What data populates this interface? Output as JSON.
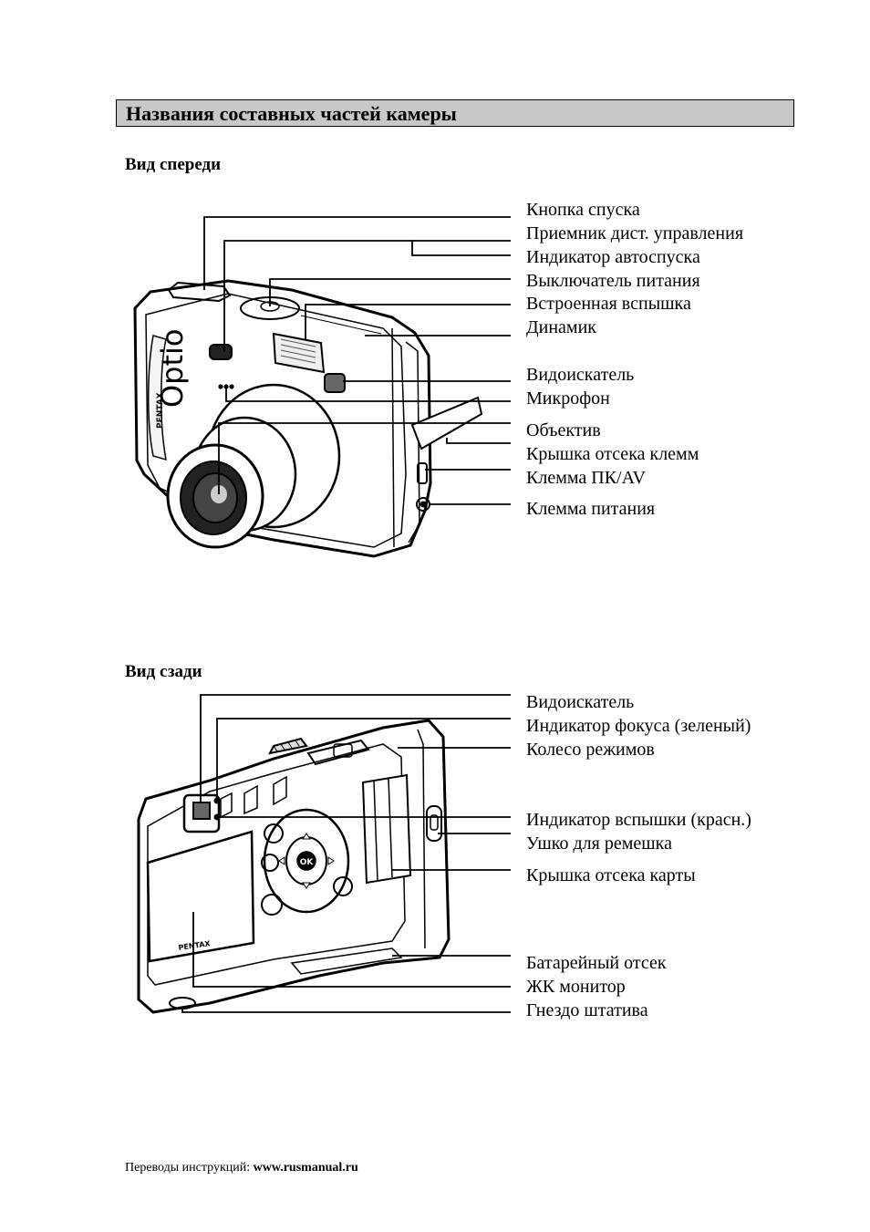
{
  "title": "Названия составных частей камеры",
  "front": {
    "heading": "Вид спереди",
    "labels": [
      "Кнопка спуска",
      "Приемник дист. управления",
      "Индикатор автоспуска",
      "Выключатель питания",
      "Встроенная вспышка",
      "Динамик",
      "Видоискатель",
      "Микрофон",
      "Объектив",
      "Крышка отсека клемм",
      "Клемма ПК/AV",
      "Клемма питания"
    ],
    "brand_text": "Optio",
    "maker_text": "PENTAX"
  },
  "back": {
    "heading": "Вид сзади",
    "labels": [
      "Видоискатель",
      "Индикатор фокуса (зеленый)",
      "Колесо режимов",
      "Индикатор вспышки (красн.)",
      "Ушко для ремешка",
      "Крышка отсека карты",
      "Батарейный отсек",
      "ЖК монитор",
      "Гнездо штатива"
    ],
    "ok_text": "OK",
    "maker_text": "PENTAX"
  },
  "footer": {
    "prefix": "Переводы инструкций: ",
    "site": "www.rusmanual.ru"
  }
}
